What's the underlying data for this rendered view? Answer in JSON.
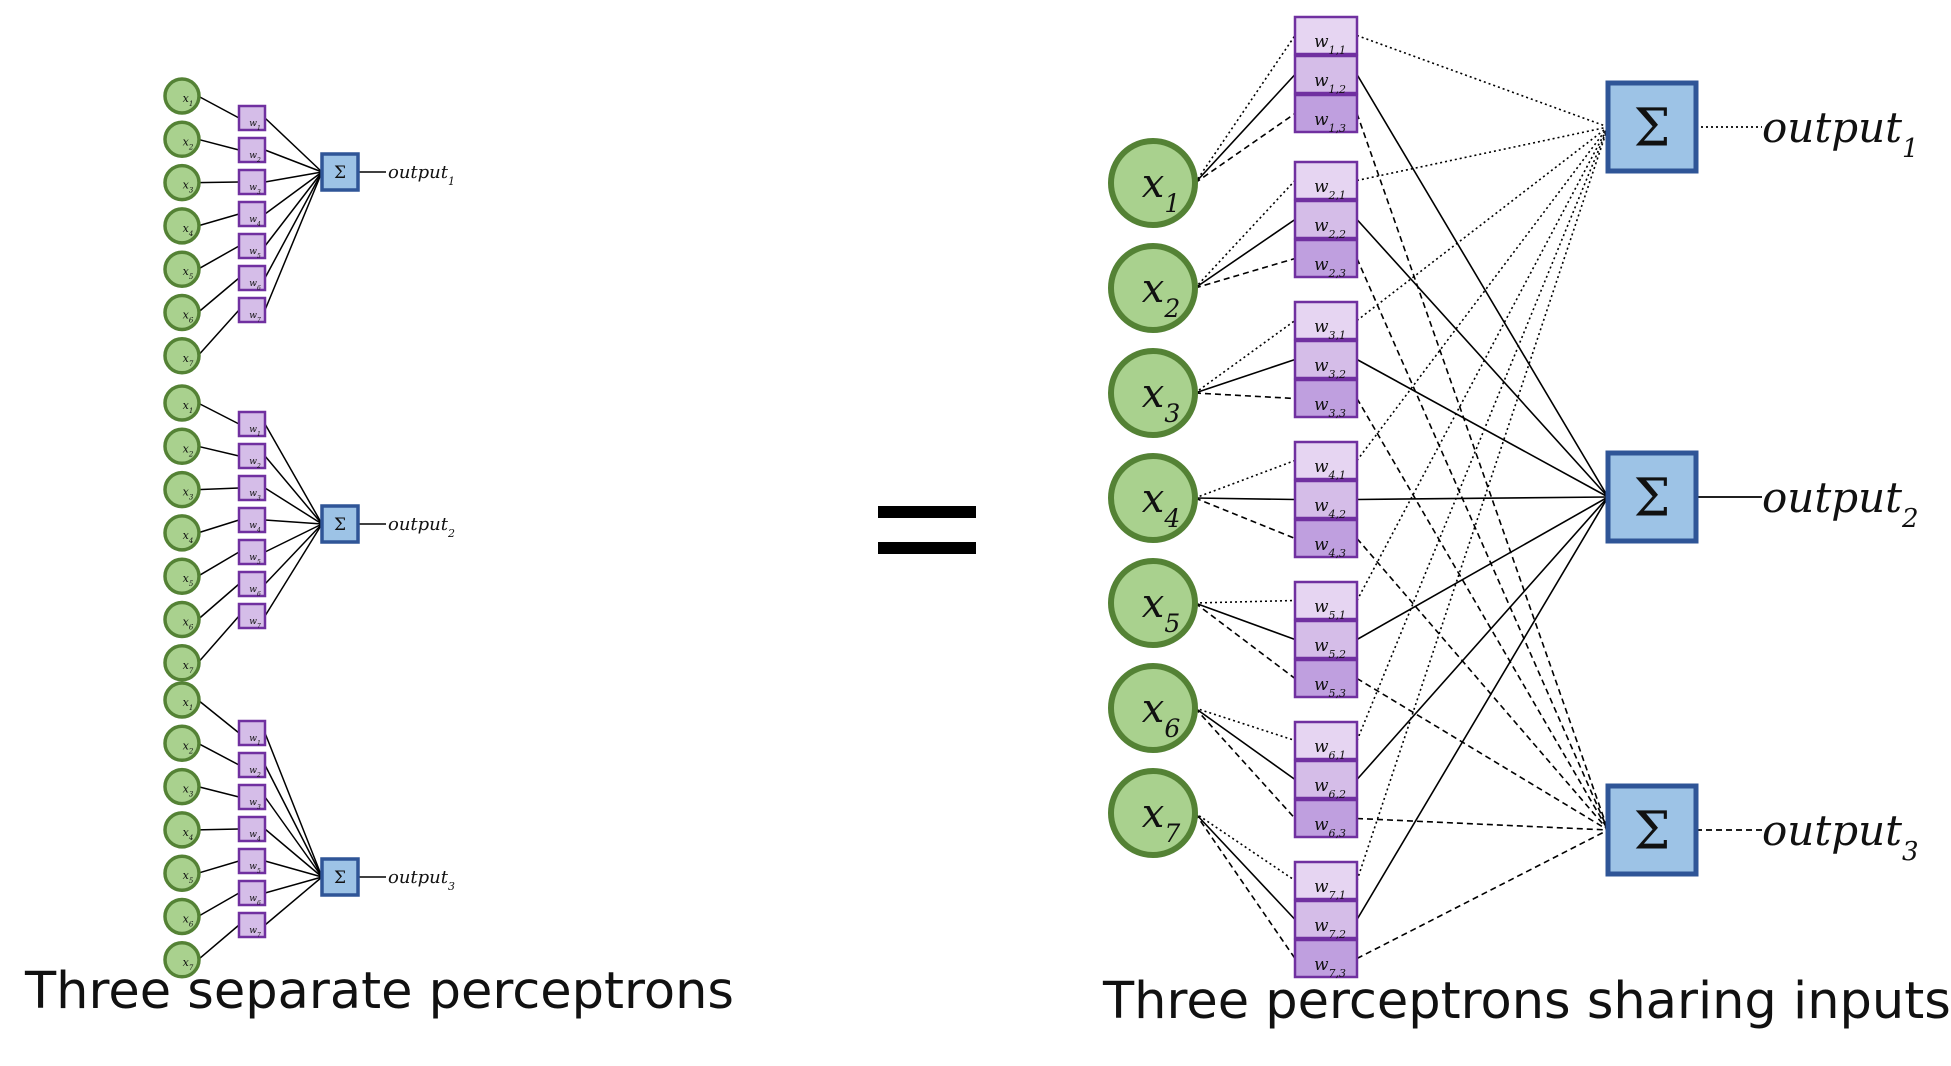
{
  "colors": {
    "input_fill": "#a9d18e",
    "input_stroke": "#548235",
    "weight_fill_1": "#e6d5f2",
    "weight_fill_2": "#d5bde8",
    "weight_fill_3": "#bf9fdf",
    "weight_stroke": "#7030a0",
    "sum_fill": "#9dc3e6",
    "sum_stroke": "#2f5597",
    "line": "#000000"
  },
  "icons": {
    "sum": "sigma-symbol"
  },
  "sum_symbol": "Σ",
  "left": {
    "caption": "Three separate perceptrons",
    "perceptrons": [
      {
        "output": {
          "base": "output",
          "sub": "1"
        },
        "inputs": [
          {
            "base": "x",
            "sub": "1"
          },
          {
            "base": "x",
            "sub": "2"
          },
          {
            "base": "x",
            "sub": "3"
          },
          {
            "base": "x",
            "sub": "4"
          },
          {
            "base": "x",
            "sub": "5"
          },
          {
            "base": "x",
            "sub": "6"
          },
          {
            "base": "x",
            "sub": "7"
          }
        ],
        "weights": [
          {
            "base": "w",
            "sub": "1"
          },
          {
            "base": "w",
            "sub": "2"
          },
          {
            "base": "w",
            "sub": "3"
          },
          {
            "base": "w",
            "sub": "4"
          },
          {
            "base": "w",
            "sub": "5"
          },
          {
            "base": "w",
            "sub": "6"
          },
          {
            "base": "w",
            "sub": "7"
          }
        ]
      },
      {
        "output": {
          "base": "output",
          "sub": "2"
        },
        "inputs": [
          {
            "base": "x",
            "sub": "1"
          },
          {
            "base": "x",
            "sub": "2"
          },
          {
            "base": "x",
            "sub": "3"
          },
          {
            "base": "x",
            "sub": "4"
          },
          {
            "base": "x",
            "sub": "5"
          },
          {
            "base": "x",
            "sub": "6"
          },
          {
            "base": "x",
            "sub": "7"
          }
        ],
        "weights": [
          {
            "base": "w",
            "sub": "1"
          },
          {
            "base": "w",
            "sub": "2"
          },
          {
            "base": "w",
            "sub": "3"
          },
          {
            "base": "w",
            "sub": "4"
          },
          {
            "base": "w",
            "sub": "5"
          },
          {
            "base": "w",
            "sub": "6"
          },
          {
            "base": "w",
            "sub": "7"
          }
        ]
      },
      {
        "output": {
          "base": "output",
          "sub": "3"
        },
        "inputs": [
          {
            "base": "x",
            "sub": "1"
          },
          {
            "base": "x",
            "sub": "2"
          },
          {
            "base": "x",
            "sub": "3"
          },
          {
            "base": "x",
            "sub": "4"
          },
          {
            "base": "x",
            "sub": "5"
          },
          {
            "base": "x",
            "sub": "6"
          },
          {
            "base": "x",
            "sub": "7"
          }
        ],
        "weights": [
          {
            "base": "w",
            "sub": "1"
          },
          {
            "base": "w",
            "sub": "2"
          },
          {
            "base": "w",
            "sub": "3"
          },
          {
            "base": "w",
            "sub": "4"
          },
          {
            "base": "w",
            "sub": "5"
          },
          {
            "base": "w",
            "sub": "6"
          },
          {
            "base": "w",
            "sub": "7"
          }
        ]
      }
    ]
  },
  "right": {
    "caption": "Three perceptrons sharing inputs",
    "inputs": [
      {
        "base": "x",
        "sub": "1"
      },
      {
        "base": "x",
        "sub": "2"
      },
      {
        "base": "x",
        "sub": "3"
      },
      {
        "base": "x",
        "sub": "4"
      },
      {
        "base": "x",
        "sub": "5"
      },
      {
        "base": "x",
        "sub": "6"
      },
      {
        "base": "x",
        "sub": "7"
      }
    ],
    "weights": [
      [
        {
          "base": "w",
          "sub": "1,1"
        },
        {
          "base": "w",
          "sub": "1,2"
        },
        {
          "base": "w",
          "sub": "1,3"
        }
      ],
      [
        {
          "base": "w",
          "sub": "2,1"
        },
        {
          "base": "w",
          "sub": "2,2"
        },
        {
          "base": "w",
          "sub": "2,3"
        }
      ],
      [
        {
          "base": "w",
          "sub": "3,1"
        },
        {
          "base": "w",
          "sub": "3,2"
        },
        {
          "base": "w",
          "sub": "3,3"
        }
      ],
      [
        {
          "base": "w",
          "sub": "4,1"
        },
        {
          "base": "w",
          "sub": "4,2"
        },
        {
          "base": "w",
          "sub": "4,3"
        }
      ],
      [
        {
          "base": "w",
          "sub": "5,1"
        },
        {
          "base": "w",
          "sub": "5,2"
        },
        {
          "base": "w",
          "sub": "5,3"
        }
      ],
      [
        {
          "base": "w",
          "sub": "6,1"
        },
        {
          "base": "w",
          "sub": "6,2"
        },
        {
          "base": "w",
          "sub": "6,3"
        }
      ],
      [
        {
          "base": "w",
          "sub": "7,1"
        },
        {
          "base": "w",
          "sub": "7,2"
        },
        {
          "base": "w",
          "sub": "7,3"
        }
      ]
    ],
    "outputs": [
      {
        "base": "output",
        "sub": "1"
      },
      {
        "base": "output",
        "sub": "2"
      },
      {
        "base": "output",
        "sub": "3"
      }
    ]
  }
}
